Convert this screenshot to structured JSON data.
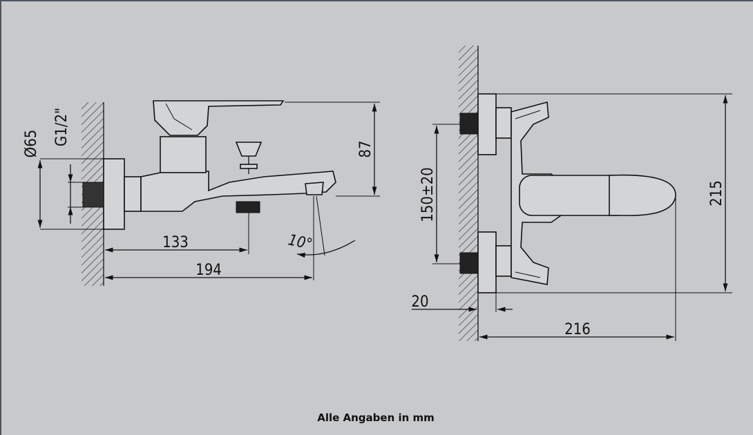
{
  "dimensions": {
    "diameter": "Ø65",
    "thread": "G1/2\"",
    "projection_handle": "133",
    "projection_spout": "194",
    "height_87": "87",
    "spout_angle": "10°",
    "centers": "150±20",
    "height_215": "215",
    "wall_offset": "20",
    "depth": "216"
  },
  "footer": {
    "note": "Alle Angaben in mm"
  },
  "colors": {
    "background": "#c8c9cb",
    "ink": "#111111",
    "frame": "#4a5560"
  }
}
